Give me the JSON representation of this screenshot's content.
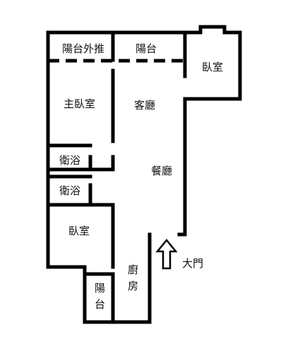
{
  "rooms": {
    "balcony_extension": "陽台外推",
    "balcony_top": "陽台",
    "bedroom_right": "臥室",
    "master_bedroom": "主臥室",
    "living_room": "客廳",
    "bathroom_1": "衛浴",
    "bathroom_2": "衛浴",
    "dining_room": "餐廳",
    "bedroom_bottom": "臥室",
    "kitchen": "廚房",
    "balcony_bottom": "陽台"
  },
  "entrance": {
    "label": "大門",
    "icon": "up-arrow-icon"
  },
  "colors": {
    "wall": "#000000",
    "background": "#ffffff",
    "text": "#111111"
  }
}
